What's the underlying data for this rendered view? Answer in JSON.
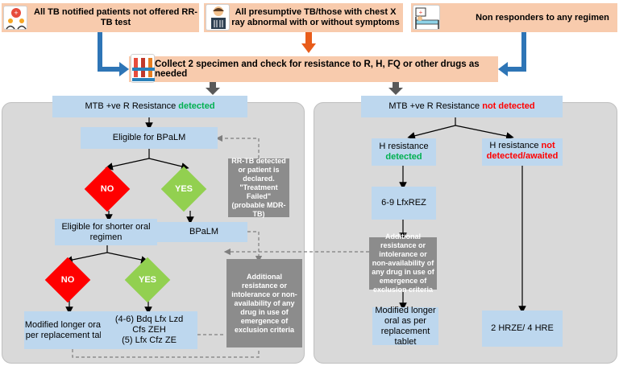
{
  "header": {
    "box1": "All TB notified patients not offered RR-TB test",
    "box2": "All presumptive TB/those with chest X ray abnormal with or without symptoms",
    "box3": "Non responders to any regimen",
    "collect": "Collect 2 specimen and check for resistance to R, H, FQ or other drugs as needed"
  },
  "left": {
    "mtb_prefix": "MTB +ve R Resistance ",
    "mtb_status": "detected",
    "eligible_bpalm": "Eligible for BPaLM",
    "no1": "NO",
    "yes1": "YES",
    "eligible_shorter": "Eligible for shorter oral regimen",
    "bpalm": "BPaLM",
    "no2": "NO",
    "yes2": "YES",
    "modified_longer": "Modified longer oral as per replacement tablet",
    "regimen_line1": "(4-6) Bdq Lfx Lzd",
    "regimen_line2": "Cfs ZEH",
    "regimen_line3": "(5) Lfx Cfz ZE",
    "rr_tb_note": "RR-TB detected or patient is declared. \"Treatment Failed\" (probable MDR-TB)",
    "additional_note": "Additional resistance or intolerance or non-availability of any drug in use of emergence of exclusion criteria"
  },
  "right": {
    "mtb_prefix": "MTB +ve R Resistance ",
    "mtb_status": "not detected",
    "h_detected_prefix": "H resistance",
    "h_detected_status": "detected",
    "h_not_prefix": "H resistance ",
    "h_not_status": "not detected/awaited",
    "lfxrez": "6-9 LfxREZ",
    "additional_note": "Additional resistance or intolerance or non-availability of any drug in use of emergence of exclusion criteria",
    "modified_longer": "Modified longer oral as per replacement tablet",
    "hrze": "2 HRZE/ 4 HRE"
  },
  "colors": {
    "salmon": "#f8cbad",
    "light_blue": "#bdd7ee",
    "panel_grey": "#d9d9d9",
    "note_grey": "#8c8c8c",
    "no_red": "#ff0000",
    "yes_green": "#92d050",
    "arrow_blue": "#2e75b6",
    "arrow_orange": "#e85c1a",
    "arrow_dark": "#595959"
  },
  "icons": [
    "patients-icon",
    "doctor-xray-icon",
    "hospital-bed-icon",
    "test-tubes-icon"
  ]
}
